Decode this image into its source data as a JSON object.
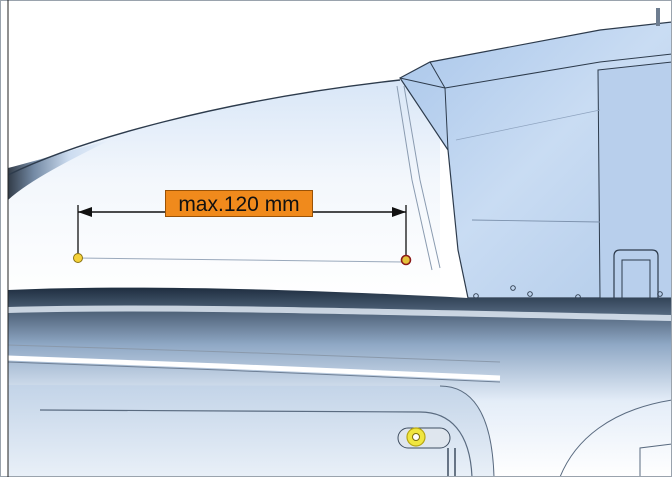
{
  "dimension": {
    "label": "max.120 mm",
    "line_color": "#111111",
    "label_color": "#f08a1c"
  },
  "markers": [
    {
      "name": "start-point",
      "color": "#f5d23a"
    },
    {
      "name": "end-point",
      "color": "#e4c23a",
      "ring": "#8b1a1a"
    },
    {
      "name": "fastener-point",
      "color": "#f0e640"
    }
  ],
  "colors": {
    "body_shade": "#c9dcf3",
    "panel_shade": "#a9c6ea",
    "outline": "#2d3b4c"
  }
}
